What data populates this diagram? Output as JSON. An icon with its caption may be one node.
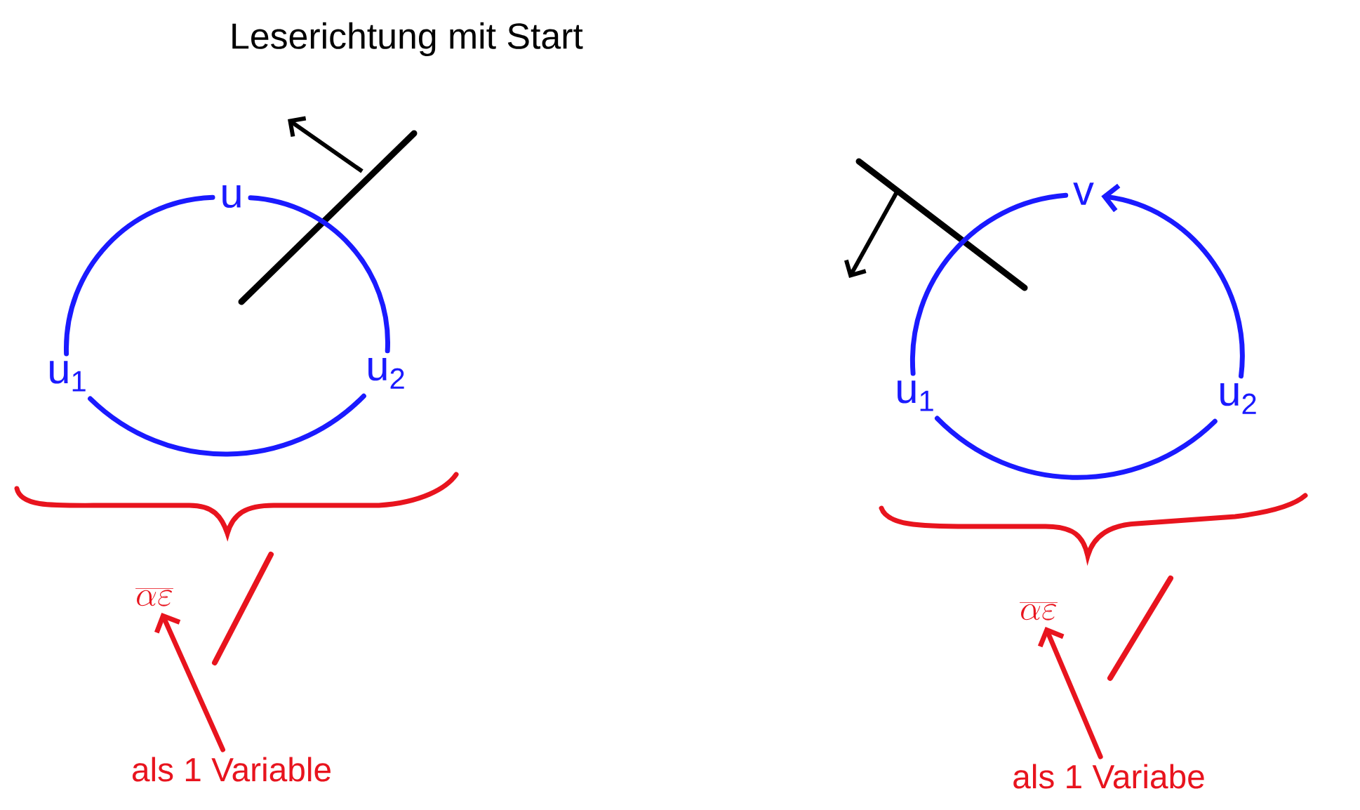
{
  "diagram": {
    "nodes": [
      {
        "text": [
          "u"
        ]
      },
      {
        "text": [
          "u$_{1}$"
        ]
      },
      {
        "text": [
          "u$_{2}$"
        ]
      },
      {
        "text": [
          "v"
        ]
      },
      {
        "text": [
          "u$_{1}$"
        ]
      },
      {
        "text": [
          "u$_{2}$"
        ]
      },
      {
        "text": [
          "\\overline{\\alpha\\varepsilon}"
        ]
      },
      {
        "text": [
          "\\overline{\\alpha\\varepsilon}"
        ]
      },
      {
        "text": [
          "als 1 Variable"
        ]
      },
      {
        "text": [
          "als 1 Variabe"
        ]
      }
    ],
    "edges": [
      {
        "from": 0,
        "to": 1,
        "arrow": "none"
      },
      {
        "from": 1,
        "to": 2,
        "arrow": "none"
      },
      {
        "from": 2,
        "to": 0,
        "arrow": "none"
      },
      {
        "from": 3,
        "to": 4,
        "arrow": "none"
      },
      {
        "from": 4,
        "to": 5,
        "arrow": "none"
      },
      {
        "from": 5,
        "to": 3,
        "arrow": "to"
      },
      {
        "from": 8,
        "to": 6,
        "arrow": "to",
        "color": "#e8141e"
      },
      {
        "from": 9,
        "to": 7,
        "arrow": "to",
        "color": "#e8141e"
      }
    ],
    "labels": [
      "Leserichtung mit Start"
    ]
  }
}
